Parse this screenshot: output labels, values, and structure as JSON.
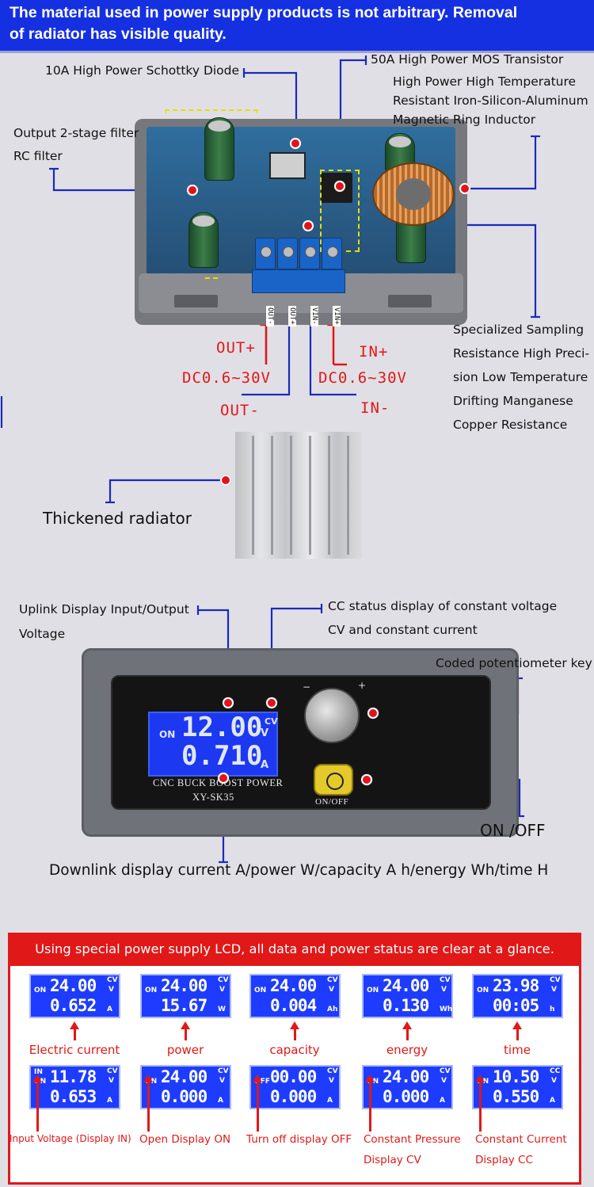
{
  "banner": {
    "line1": "The material used in power supply products is not arbitrary. Removal",
    "line2": "of radiator has visible quality."
  },
  "board": {
    "diode_label": "10A High Power Schottky Diode",
    "mos_label": "50A High Power MOS Transistor",
    "inductor_line1": "High Power High Temperature",
    "inductor_line2": "Resistant Iron-Silicon-Aluminum",
    "inductor_line3": "Magnetic Ring Inductor",
    "filter_line1": "Output 2-stage filter",
    "filter_line2": "RC filter",
    "resistance_lines": [
      "Specialized Sampling",
      "Resistance High Preci-",
      "sion Low Temperature",
      "Drifting Manganese",
      "Copper Resistance"
    ],
    "pin_labels": [
      "OUT-",
      "OUT+",
      "VIN-",
      "VIN+"
    ],
    "out_plus": "OUT+",
    "out_range": "DC0.6~30V",
    "out_minus": "OUT-",
    "in_plus": "IN+",
    "in_range": "DC0.6~30V",
    "in_minus": "IN-"
  },
  "radiator": {
    "label": "Thickened radiator"
  },
  "module": {
    "uplink_line1": "Uplink Display Input/Output",
    "uplink_line2": "Voltage",
    "cc_line1": "CC status display of constant voltage",
    "cc_line2": "CV and constant current",
    "pot_label": "Coded potentiometer key",
    "onoff_label": "ON /OFF",
    "downlink_label": "Downlink display current A/power W/capacity A h/energy Wh/time H",
    "lcd": {
      "on": "ON",
      "top_value": "12.00",
      "top_unit": "V",
      "cv": "CV",
      "bottom_value": "0.710",
      "bottom_unit": "A"
    },
    "brand_line1": "CNC BUCK BOOST POWER",
    "brand_line2": "XY-SK35",
    "button_text": "ON/OFF"
  },
  "panel": {
    "heading": "Using special power supply LCD, all data and power status are clear at a glance.",
    "row1": [
      {
        "on": "ON",
        "top": "24.00",
        "mode": "CV",
        "top_unit": "V",
        "bottom": "0.652",
        "bottom_unit": "A",
        "caption": "Electric current"
      },
      {
        "on": "ON",
        "top": "24.00",
        "mode": "CV",
        "top_unit": "V",
        "bottom": "15.67",
        "bottom_unit": "W",
        "caption": "power"
      },
      {
        "on": "ON",
        "top": "24.00",
        "mode": "CV",
        "top_unit": "V",
        "bottom": "0.004",
        "bottom_unit": "Ah",
        "caption": "capacity"
      },
      {
        "on": "ON",
        "top": "24.00",
        "mode": "CV",
        "top_unit": "V",
        "bottom": "0.130",
        "bottom_unit": "Wh",
        "caption": "energy"
      },
      {
        "on": "ON",
        "top": "23.98",
        "mode": "CV",
        "top_unit": "V",
        "bottom": "00:05",
        "bottom_unit": "h",
        "caption": "time"
      }
    ],
    "row2": [
      {
        "on": "IN",
        "on2": "ON",
        "top": "11.78",
        "mode": "CV",
        "top_unit": "V",
        "bottom": "0.653",
        "bottom_unit": "A",
        "caption1": "Input Voltage (Display IN)",
        "caption2": ""
      },
      {
        "on": "ON",
        "on2": "",
        "top": "24.00",
        "mode": "CV",
        "top_unit": "V",
        "bottom": "0.000",
        "bottom_unit": "A",
        "caption1": "Open Display ON",
        "caption2": ""
      },
      {
        "on": "OFF",
        "on2": "",
        "top": "00.00",
        "mode": "CV",
        "top_unit": "V",
        "bottom": "0.000",
        "bottom_unit": "A",
        "caption1": "Turn off display OFF",
        "caption2": ""
      },
      {
        "on": "ON",
        "on2": "",
        "top": "24.00",
        "mode": "CV",
        "top_unit": "V",
        "bottom": "0.000",
        "bottom_unit": "A",
        "caption1": "Constant Pressure",
        "caption2": "Display CV"
      },
      {
        "on": "ON",
        "on2": "",
        "top": "10.50",
        "mode": "CC",
        "top_unit": "V",
        "bottom": "0.550",
        "bottom_unit": "A",
        "caption1": "Constant Current",
        "caption2": "Display CC"
      }
    ]
  },
  "colors": {
    "banner_blue": "#1530e0",
    "leader_blue": "#1a2bb8",
    "accent_red": "#e01818",
    "lcd_blue": "#1e3cff"
  }
}
